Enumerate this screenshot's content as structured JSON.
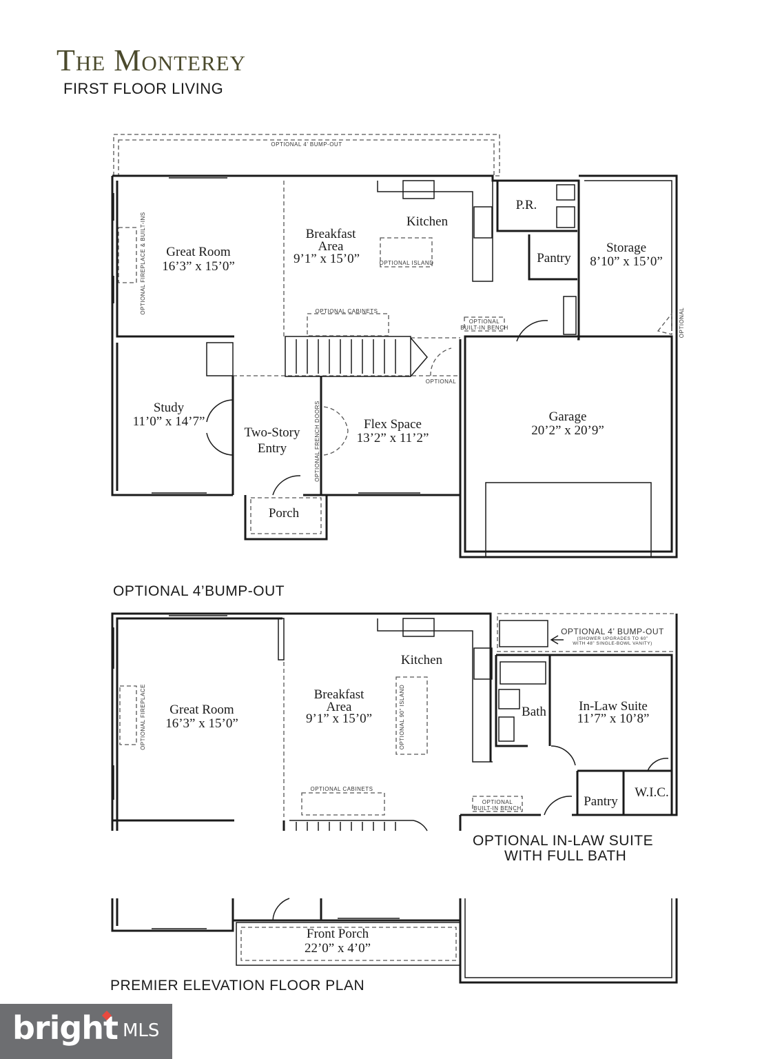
{
  "header": {
    "title": "The Monterey",
    "subtitle": "FIRST FLOOR LIVING"
  },
  "plan1": {
    "rooms": {
      "great_room": {
        "name": "Great Room",
        "size": "16’3” x 15’0”"
      },
      "breakfast": {
        "name1": "Breakfast",
        "name2": "Area",
        "size": "9’1” x 15’0”"
      },
      "kitchen": "Kitchen",
      "pr": "P.R.",
      "pantry": "Pantry",
      "storage": {
        "name": "Storage",
        "size": "8’10” x 15’0”"
      },
      "study": {
        "name": "Study",
        "size": "11’0” x 14’7”"
      },
      "entry": {
        "name1": "Two-Story",
        "name2": "Entry"
      },
      "flex": {
        "name": "Flex Space",
        "size": "13’2” x 11’2”"
      },
      "garage": {
        "name": "Garage",
        "size": "20’2” x 20’9”"
      },
      "porch": "Porch"
    },
    "notes": {
      "bumpout": "OPTIONAL 4’ BUMP-OUT",
      "fireplace": "OPTIONAL FIREPLACE & BUILT-INS",
      "island": "OPTIONAL ISLAND",
      "cabinets": "OPTIONAL CABINETS",
      "bench1": "OPTIONAL",
      "bench2": "BUILT-IN BENCH",
      "optional": "OPTIONAL",
      "optional_right": "OPTIONAL",
      "french_doors": "OPTIONAL FRENCH DOORS"
    }
  },
  "plan2": {
    "label": "OPTIONAL 4’BUMP-OUT",
    "rooms": {
      "kitchen": "Kitchen",
      "great_room": {
        "name": "Great Room",
        "size": "16’3” x 15’0”"
      },
      "breakfast": {
        "name1": "Breakfast",
        "name2": "Area",
        "size": "9’1” x 15’0”"
      },
      "bath": "Bath",
      "inlaw": {
        "name": "In-Law Suite",
        "size": "11’7” x 10’8”"
      },
      "pantry": "Pantry",
      "wic": "W.I.C."
    },
    "notes": {
      "bumpout": "OPTIONAL 4’ BUMP-OUT",
      "shower1": "(SHOWER UPGRADES TO 60”",
      "shower2": "WITH 48” SINGLE-BOWL VANITY)",
      "fireplace": "OPTIONAL FIREPLACE",
      "island": "OPTIONAL 90” ISLAND",
      "cabinets": "OPTIONAL CABINETS",
      "bench1": "OPTIONAL",
      "bench2": "BUILT-IN BENCH"
    },
    "suite_label1": "OPTIONAL IN-LAW SUITE",
    "suite_label2": "WITH FULL BATH"
  },
  "plan3": {
    "label": "PREMIER ELEVATION FLOOR PLAN",
    "rooms": {
      "front_porch": {
        "name": "Front Porch",
        "size": "22’0” x 4’0”"
      }
    }
  },
  "logo": {
    "brand": "bright",
    "suffix": "MLS"
  },
  "colors": {
    "title": "#4b4a2c",
    "logo_bg": "#6d6e71",
    "logo_accent": "#e8493f"
  }
}
